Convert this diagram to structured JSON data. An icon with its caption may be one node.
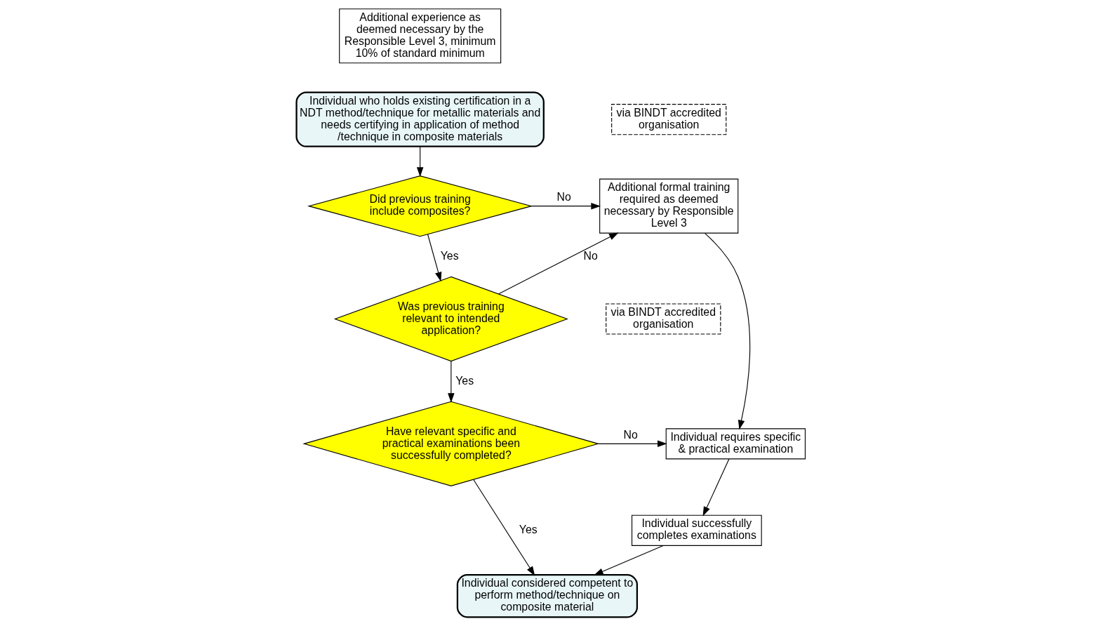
{
  "diagram": {
    "nodes": [
      {
        "text": [
          "Individual who holds existing certification in a NDT method/technique for metallic materials and needs certifying in application of method /technique in composite materials"
        ]
      },
      {
        "text": [
          "Did previous training include composites?"
        ]
      },
      {
        "text": [
          "via BINDT accredited organisation"
        ]
      },
      {
        "text": [
          "Additional formal training required as deemed necessary by Responsible Level 3"
        ]
      },
      {
        "text": [
          "Was previous training relevant to intended application?"
        ]
      },
      {
        "text": [
          "Have relevant specific and practical examinations been successfully completed?"
        ]
      },
      {
        "text": [
          "via BINDT accredited organisation"
        ]
      },
      {
        "text": [
          "Individual requires specific & practical examination"
        ]
      },
      {
        "text": [
          "Individual successfully completes examinations"
        ]
      },
      {
        "text": [
          "Individual considered competent to perform method/technique on composite material"
        ]
      },
      {
        "text": [
          "Additional experience as deemed necessary by the Responsible Level 3, minimum 10% of standard minimum"
        ]
      }
    ],
    "edges": [
      {
        "from": 0,
        "to": 1,
        "arrow": "to"
      },
      {
        "from": 1,
        "to": 3,
        "arrow": "to",
        "label": "No"
      },
      {
        "from": 1,
        "to": 4,
        "arrow": "to",
        "label": "Yes"
      },
      {
        "from": 4,
        "to": 3,
        "arrow": "to",
        "label": "No"
      },
      {
        "from": 4,
        "to": 5,
        "arrow": "to",
        "label": "Yes"
      },
      {
        "from": 3,
        "to": 7,
        "arrow": "to"
      },
      {
        "from": 5,
        "to": 7,
        "arrow": "to",
        "label": "No"
      },
      {
        "from": 7,
        "to": 8,
        "arrow": "to"
      },
      {
        "from": 5,
        "to": 9,
        "arrow": "to",
        "label": "Yes"
      },
      {
        "from": 8,
        "to": 9,
        "arrow": "to"
      }
    ]
  }
}
